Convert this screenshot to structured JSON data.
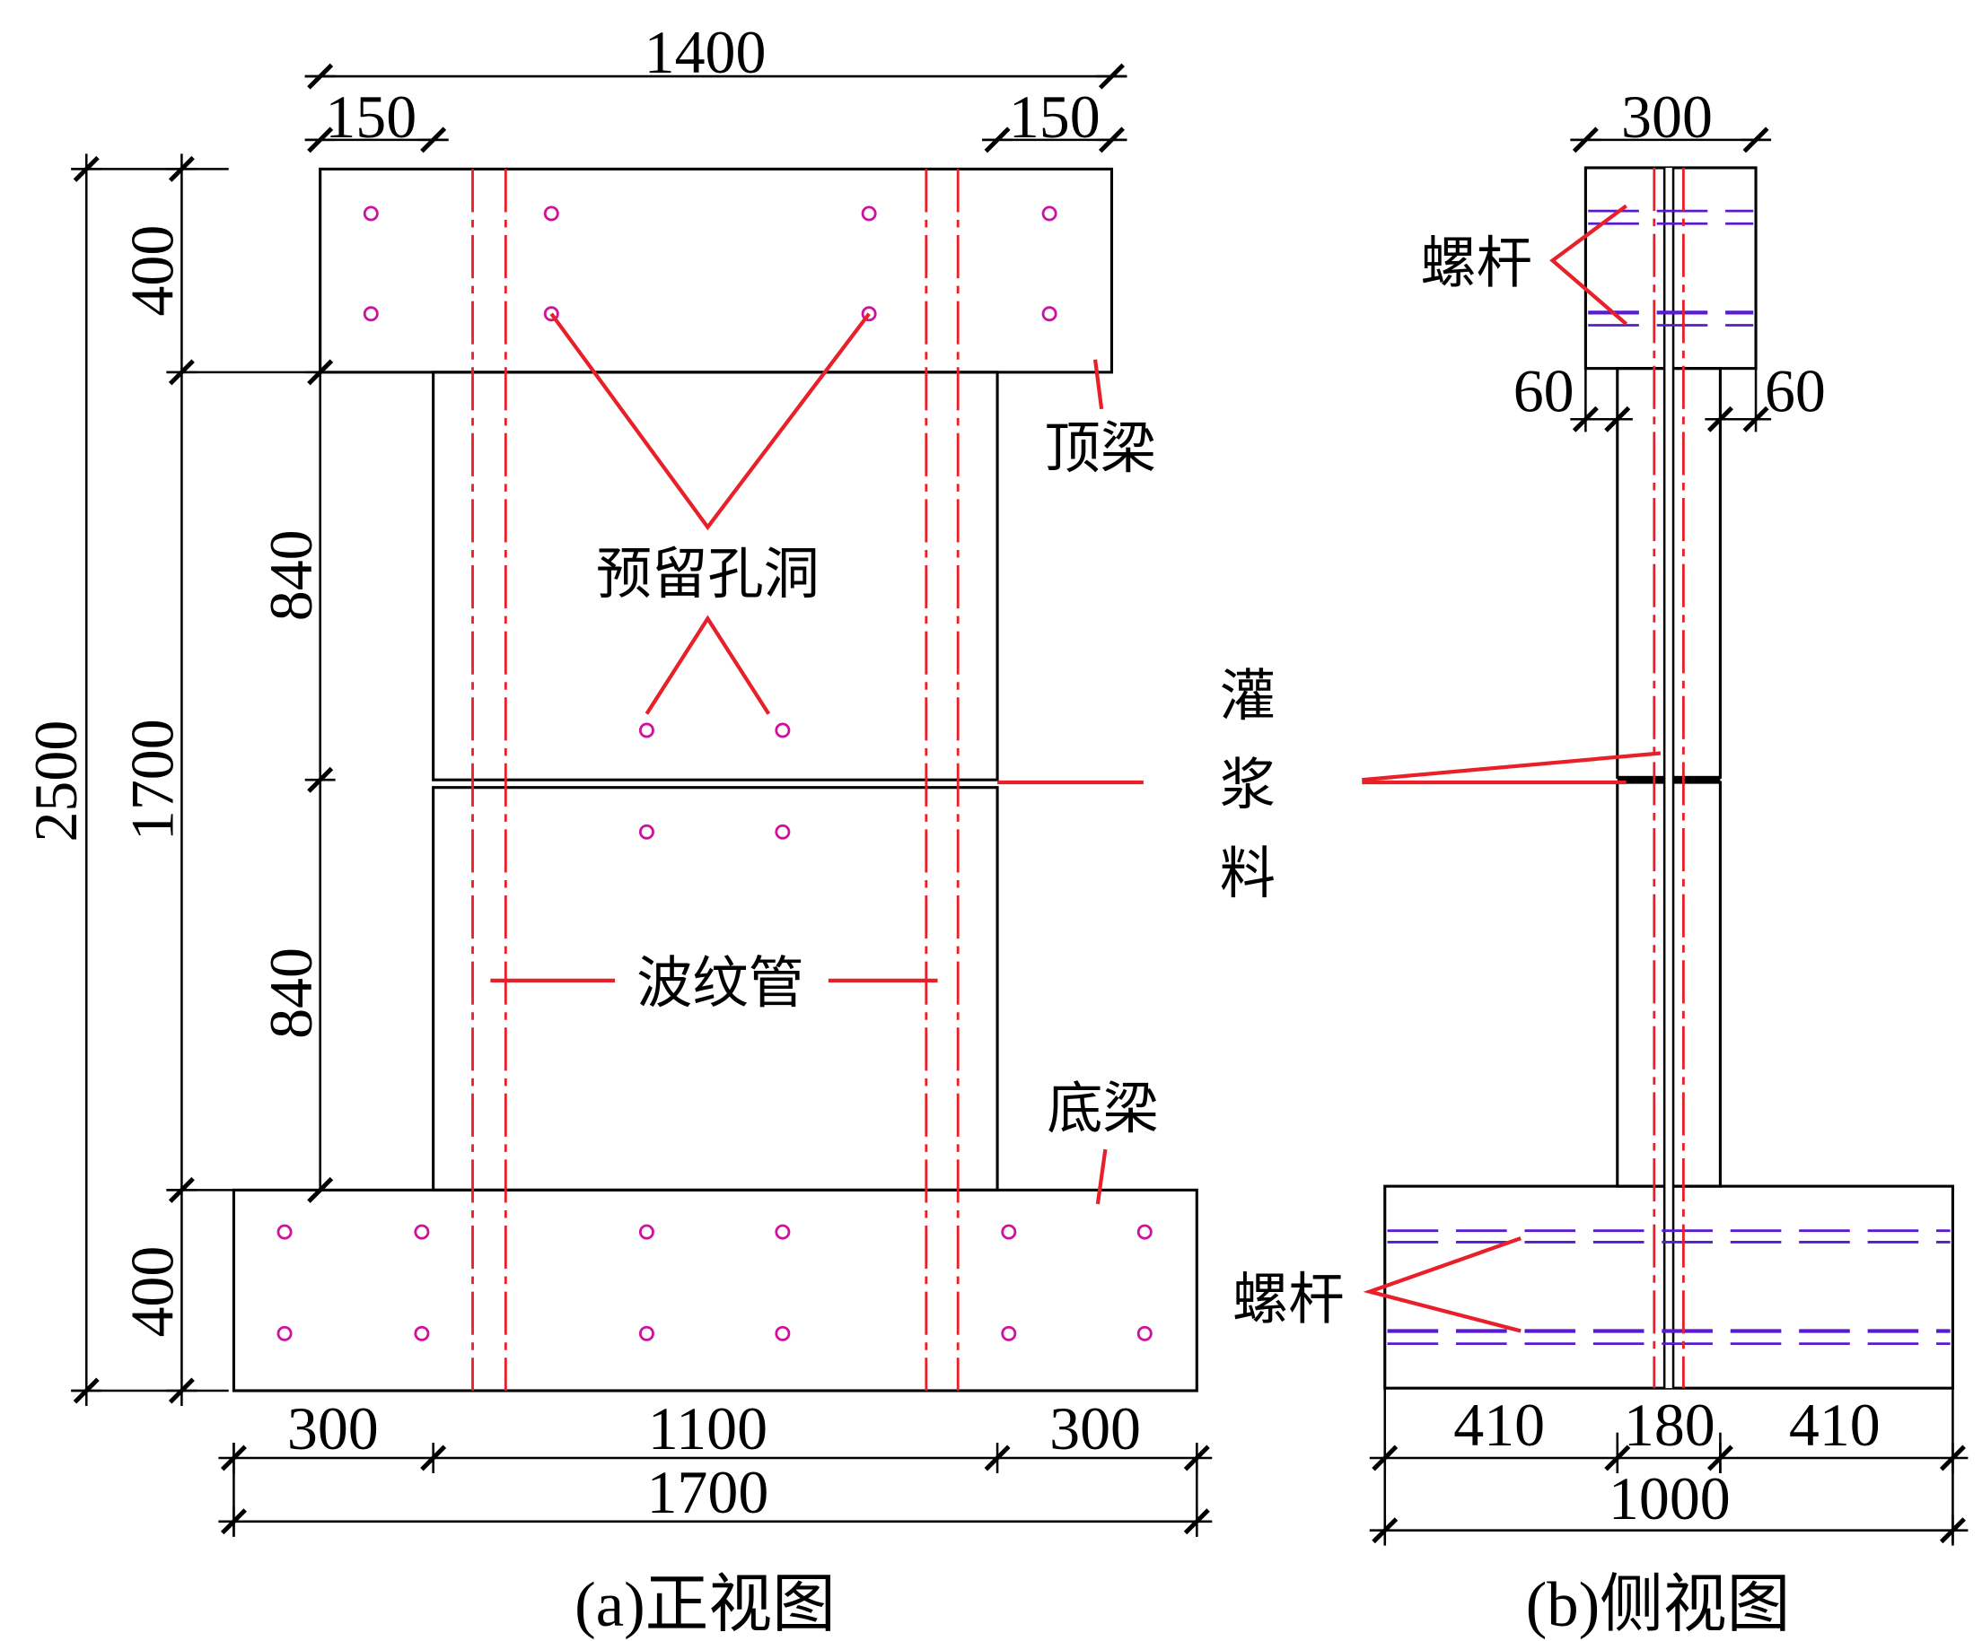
{
  "front_view": {
    "caption": "(a)正视图",
    "labels": {
      "holes": "预留孔洞",
      "duct": "波纹管",
      "top_beam": "顶梁",
      "bottom_beam": "底梁"
    },
    "dims": {
      "top_total": "1400",
      "top_left": "150",
      "top_right": "150",
      "total_height": "2500",
      "top_beam_h": "400",
      "column_h": "1700",
      "bottom_beam_h": "400",
      "upper_col": "840",
      "lower_col": "840",
      "bottom_left": "300",
      "bottom_mid": "1100",
      "bottom_right": "300",
      "bottom_total": "1700"
    }
  },
  "side_view": {
    "caption": "(b)侧视图",
    "labels": {
      "bolt_top": "螺杆",
      "bolt_bottom": "螺杆",
      "grout": [
        "灌",
        "浆",
        "料"
      ]
    },
    "dims": {
      "top_width": "300",
      "left_60": "60",
      "right_60": "60",
      "bottom_left": "410",
      "bottom_mid": "180",
      "bottom_right": "410",
      "bottom_total": "1000"
    }
  },
  "colors": {
    "duct": "#e8202a",
    "hole": "#d0119e",
    "bolt": "#5a1bd0"
  }
}
